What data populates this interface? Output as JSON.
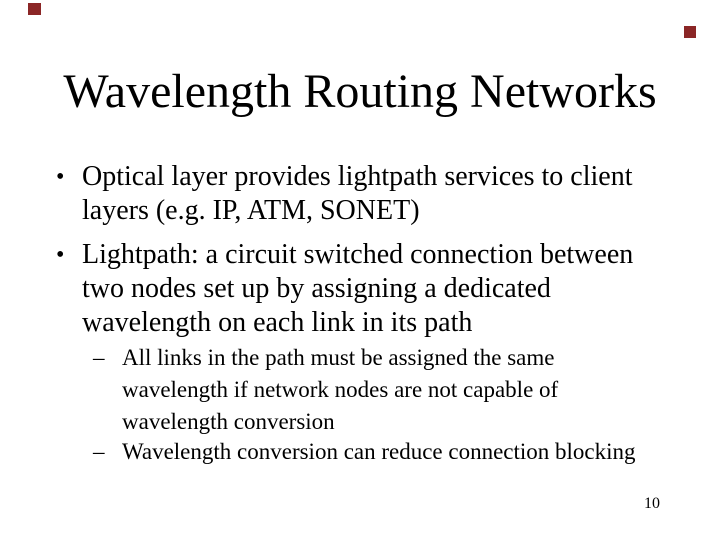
{
  "slide": {
    "title": "Wavelength Routing Networks",
    "bullets": [
      {
        "level": 1,
        "marker": "•",
        "text": "Optical layer provides lightpath services to client\nlayers (e.g. IP, ATM, SONET)"
      },
      {
        "level": 1,
        "marker": "•",
        "text": "Lightpath: a circuit switched connection between\ntwo nodes set up by assigning a dedicated\nwavelength on each link in its path"
      },
      {
        "level": 2,
        "marker": "–",
        "text": "All links in the path must be assigned the same\nwavelength if network nodes are not capable of\nwavelength conversion"
      },
      {
        "level": 2,
        "marker": "–",
        "text": "Wavelength conversion can reduce connection blocking"
      }
    ],
    "page_number": "10",
    "colors": {
      "decoration": "#8b2626",
      "text": "#000000",
      "background": "#ffffff"
    }
  }
}
